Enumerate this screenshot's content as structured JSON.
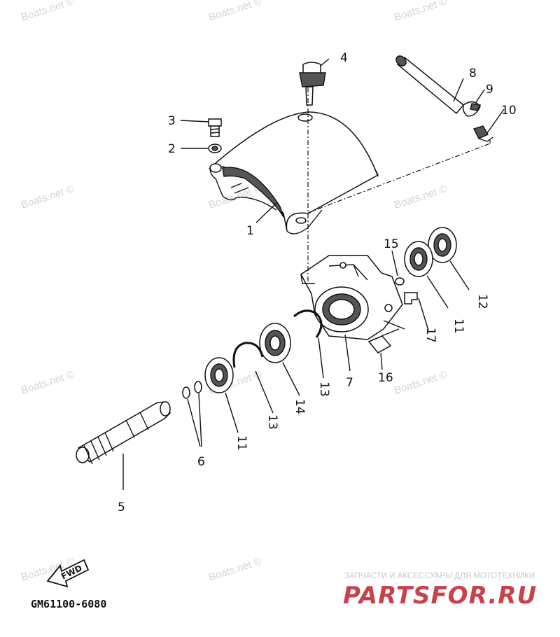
{
  "watermark": "Boats.net ©",
  "diagram_code": "GM61100-6080",
  "fwd_label": "FWD",
  "brand": {
    "tagline": "ЗАПЧАСТИ И АКСЕССУАРЫ ДЛЯ МОТОТЕХНИКИ",
    "name": "PARTSFOR.RU",
    "color": "#c9414b"
  },
  "callouts": {
    "n1": "1",
    "n2": "2",
    "n3": "3",
    "n4": "4",
    "n5": "5",
    "n6": "6",
    "n7": "7",
    "n8": "8",
    "n9": "9",
    "n10": "10",
    "n11a": "11",
    "n11b": "11",
    "n12": "12",
    "n13a": "13",
    "n13b": "13",
    "n14": "14",
    "n15": "15",
    "n16": "16",
    "n17": "17"
  }
}
